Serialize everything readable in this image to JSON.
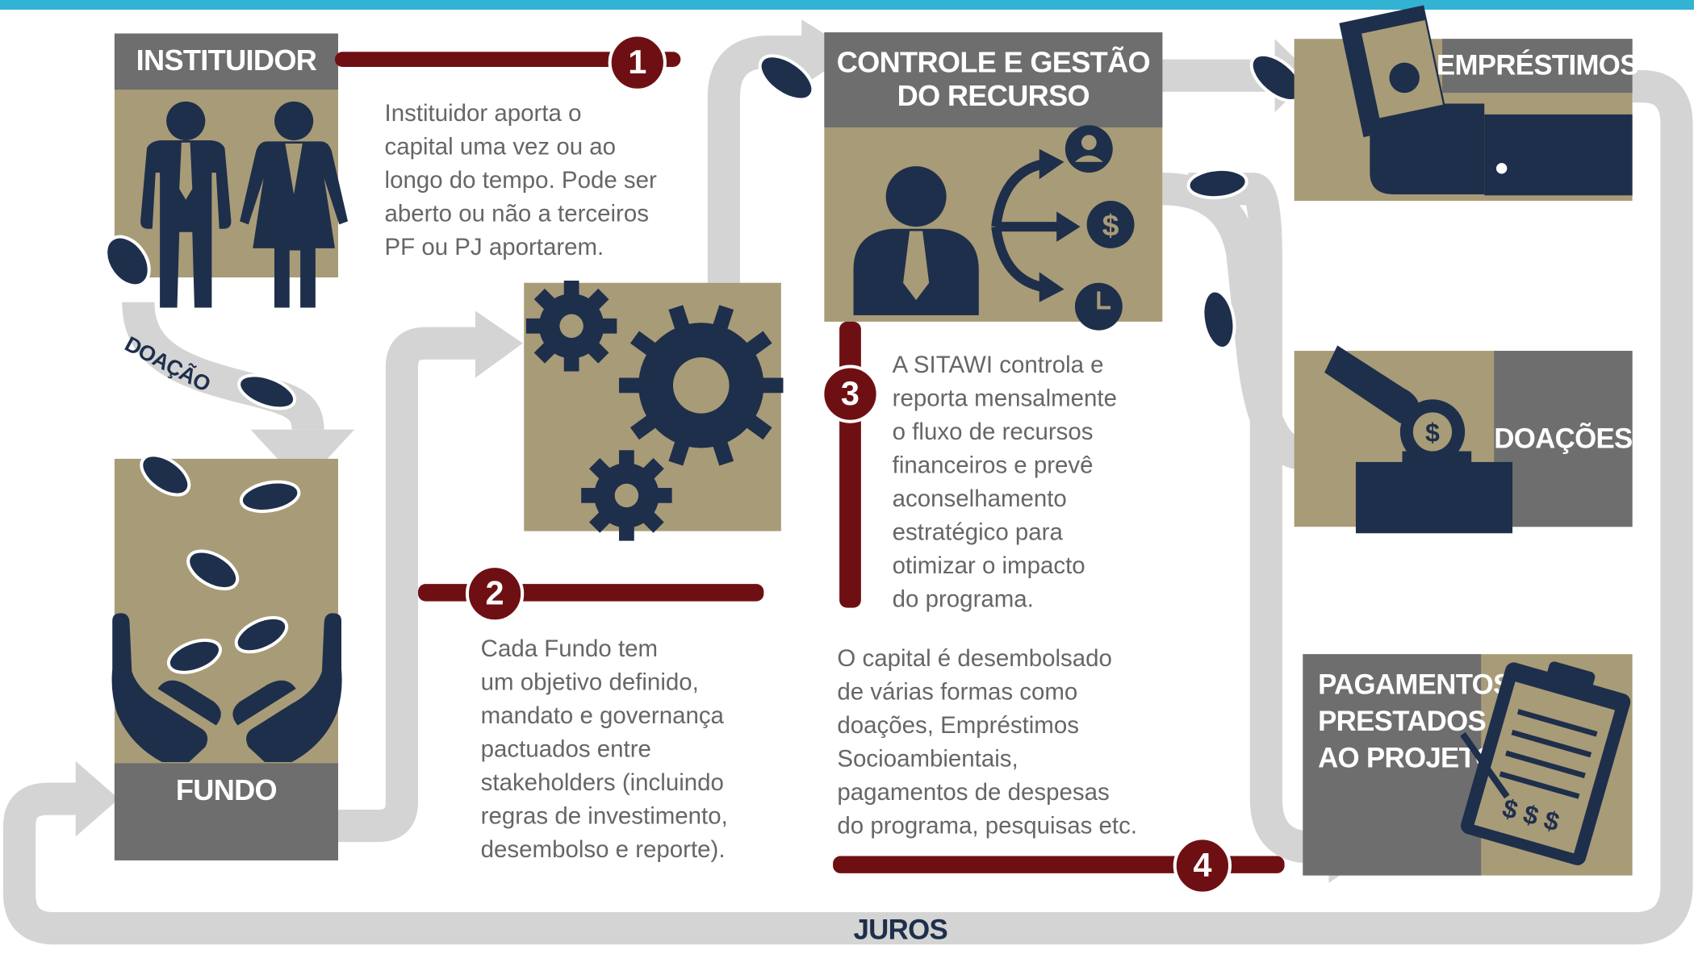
{
  "accent_colors": {
    "top_bar": "#33b3d4",
    "box_fill": "#a89b77",
    "header_fill": "#6e6e6e",
    "icon_navy": "#1e2f4b",
    "step_maroon": "#6e1013",
    "arrow_gray": "#d4d4d4"
  },
  "instituidor": {
    "header": "INSTITUIDOR",
    "icons": [
      "man-icon",
      "woman-icon"
    ]
  },
  "fundo": {
    "header": "FUNDO",
    "icons": [
      "hands-icon",
      "coin-icon"
    ]
  },
  "doacao_label": "DOAÇÃO",
  "juros_label": "JUROS",
  "controle": {
    "header": "CONTROLE E GESTÃO\nDO RECURSO",
    "icons": [
      "manager-icon",
      "person-circle-icon",
      "dollar-circle-icon",
      "clock-icon"
    ]
  },
  "gears_icon": "gears-icon",
  "outputs": {
    "emprestimos": "EMPRÉSTIMOS",
    "doacoes": "DOAÇÕES",
    "pagamentos": "PAGAMENTOS\nPRESTADOS\nAO PROJETO",
    "clipboard_text": "$ $ $"
  },
  "steps": [
    {
      "number": "1",
      "text": "Instituidor aporta o\ncapital uma vez ou ao\nlongo do tempo. Pode ser\naberto ou não a terceiros\nPF ou PJ aportarem."
    },
    {
      "number": "2",
      "text": "Cada Fundo tem\num objetivo definido,\nmandato e governança\npactuados entre\nstakeholders (incluindo\nregras de investimento,\ndesembolso e reporte)."
    },
    {
      "number": "3",
      "text": "A SITAWI controla e\nreporta mensalmente\no fluxo de recursos\nfinanceiros e prevê\naconselhamento\nestratégico para\notimizar o impacto\ndo programa."
    },
    {
      "number": "4",
      "text": "O capital é desembolsado\nde várias formas como\ndoações, Empréstimos\nSocioambientais,\npagamentos de despesas\ndo programa, pesquisas etc."
    }
  ]
}
